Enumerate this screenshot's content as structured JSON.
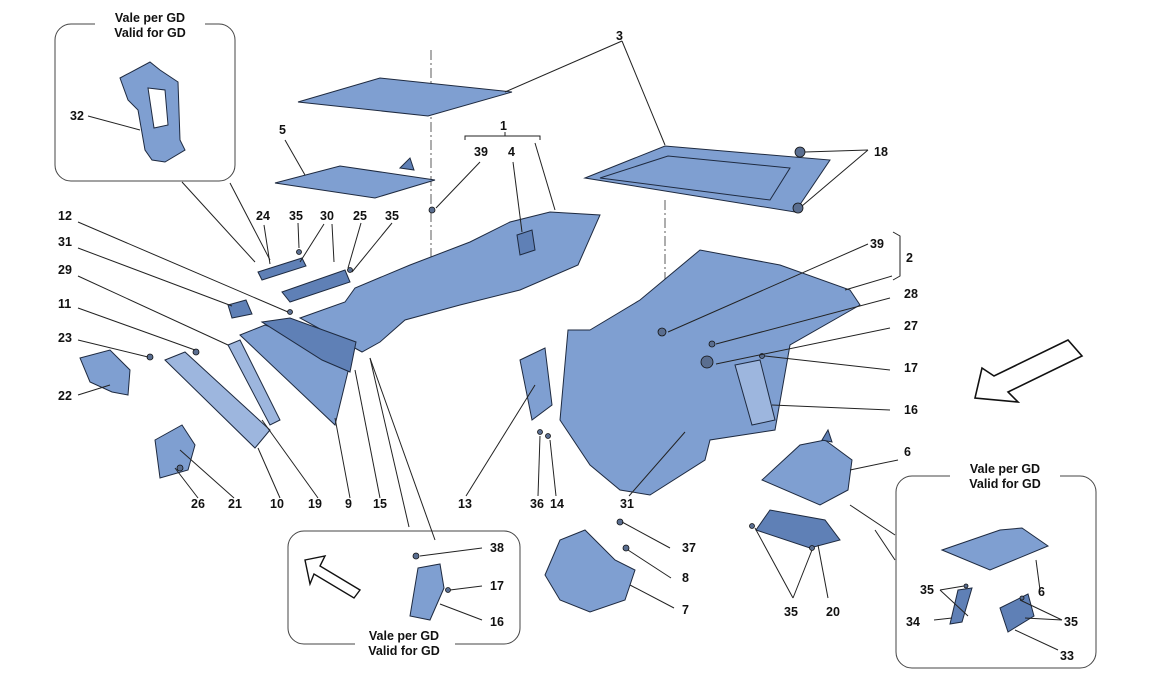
{
  "insets": {
    "top_left": {
      "line1": "Vale per GD",
      "line2": "Valid for GD"
    },
    "bottom_center": {
      "line1": "Vale per GD",
      "line2": "Valid for GD"
    },
    "bottom_right": {
      "line1": "Vale per GD",
      "line2": "Valid for GD"
    }
  },
  "labels": {
    "l1": "1",
    "l2": "2",
    "l3": "3",
    "l4": "4",
    "l5": "5",
    "l6": "6",
    "l6b": "6",
    "l7": "7",
    "l8": "8",
    "l9": "9",
    "l10": "10",
    "l11": "11",
    "l12": "12",
    "l13": "13",
    "l14": "14",
    "l15": "15",
    "l16": "16",
    "l16b": "16",
    "l17": "17",
    "l17b": "17",
    "l18": "18",
    "l19": "19",
    "l20": "20",
    "l21": "21",
    "l22": "22",
    "l23": "23",
    "l24": "24",
    "l25": "25",
    "l26": "26",
    "l27": "27",
    "l28": "28",
    "l29": "29",
    "l30": "30",
    "l31": "31",
    "l31b": "31",
    "l32": "32",
    "l33": "33",
    "l34": "34",
    "l35a": "35",
    "l35b": "35",
    "l35c": "35",
    "l35d": "35",
    "l35e": "35",
    "l36": "36",
    "l37": "37",
    "l38": "38",
    "l39": "39",
    "l39b": "39"
  },
  "colors": {
    "part": "#7f9fd1",
    "outline": "#1e2a40"
  }
}
